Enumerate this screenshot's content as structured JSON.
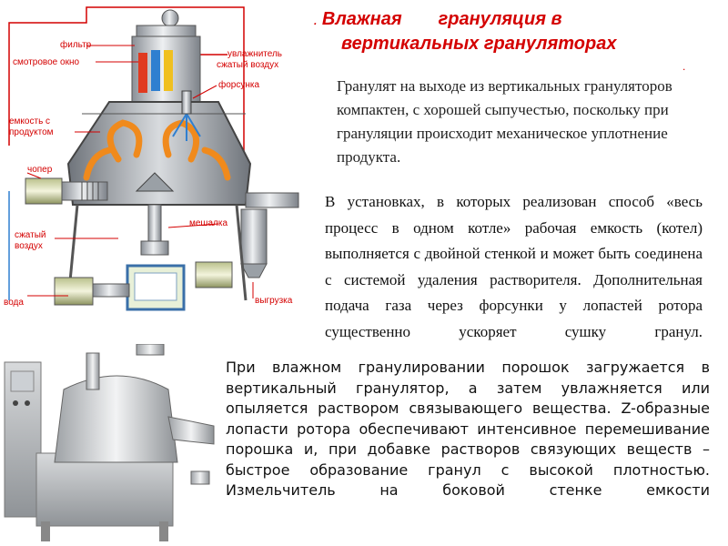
{
  "title": {
    "line1_part1": "Влажная",
    "line1_part2": "грануляция в",
    "line2": "вертикальных грануляторах",
    "dot": "."
  },
  "paragraph1": "Гранулят на выходе из вертикальных грануляторов компактен, с хорошей сыпучестью, поскольку при грануляции происходит механическое уплотнение продукта.",
  "paragraph2": "В установках, в которых реализован способ «весь процесс в одном котле» рабочая емкость (котел) выполняется с двойной стенкой и может быть соединена с системой удаления растворителя. Дополнительная подача газа через форсунки у лопастей ротора существенно ускоряет сушку гранул.",
  "paragraph3": "При влажном гранулировании порошок загружается в вертикальный гранулятор, а затем увлажняется или опыляется раствором связывающего вещества. Z-образные лопасти ротора обеспечивают интенсивное перемешивание порошка и, при добавке растворов связующих веществ – быстрое образование гранул с высокой плотностью. Измельчитель на боковой стенке емкости",
  "diagram": {
    "labels": {
      "filter": "фильтр",
      "window": "смотровое окно",
      "humidifier": "увлажнитель",
      "air_top": "сжатый воздух",
      "nozzle": "форсунка",
      "container_line1": "емкость с",
      "container_line2": "продуктом",
      "chopper": "чопер",
      "mixer": "мешалка",
      "air_bottom_line1": "сжатый",
      "air_bottom_line2": "воздух",
      "water": "вода",
      "unload": "выгрузка"
    },
    "colors": {
      "label": "#d40000",
      "accent_blue": "#2f7fd0",
      "flow_orange": "#f08a1c"
    }
  }
}
